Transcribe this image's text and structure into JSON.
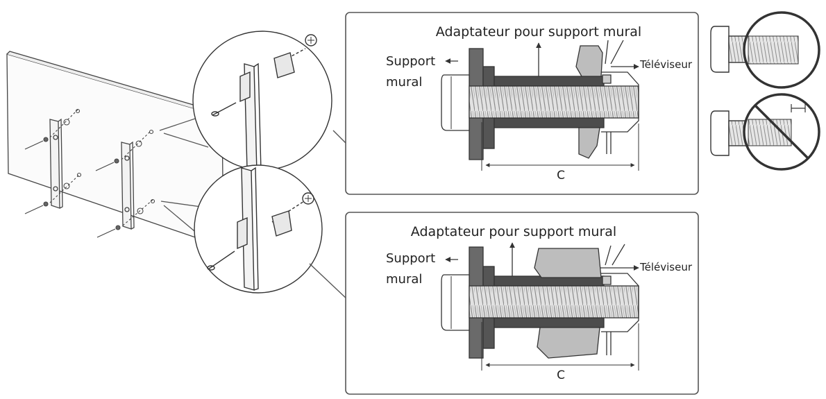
{
  "diagram": {
    "panel_top": {
      "title": "Adaptateur pour support mural",
      "wall_label_line1": "Support",
      "wall_label_line2": "mural",
      "tv_label": "Téléviseur",
      "dimension_label": "C"
    },
    "panel_bottom": {
      "title": "Adaptateur pour support mural",
      "wall_label_line1": "Support",
      "wall_label_line2": "mural",
      "tv_label": "Téléviseur",
      "dimension_label": "C"
    },
    "colors": {
      "line": "#3a3a3a",
      "panel_border": "#555555",
      "bolt_dark": "#5a5a5a",
      "tv_part": "#b9b9b9",
      "thread": "#8c8c8c"
    }
  }
}
